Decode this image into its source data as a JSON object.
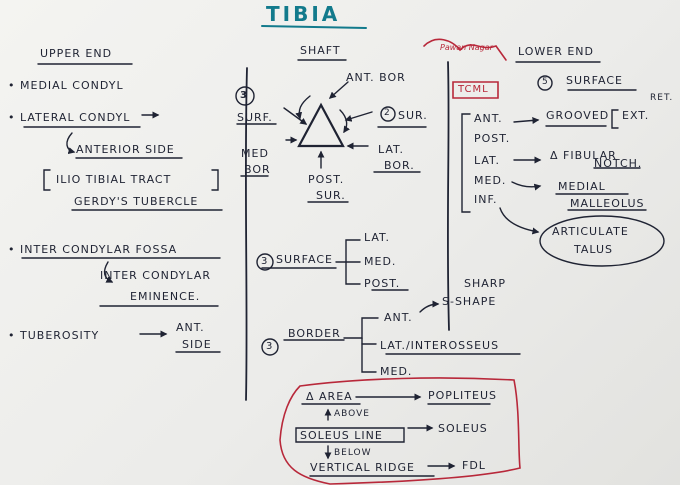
{
  "title": "TIBIA",
  "upper_end": {
    "heading": "UPPER END",
    "medial_condyl": "MEDIAL CONDYL",
    "lateral_condyl": "LATERAL CONDYL",
    "anterior_side": "ANTERIOR SIDE",
    "iliotibial_tract": "ILIO TIBIAL TRACT",
    "gerdys_tubercle": "GERDY'S TUBERCLE",
    "intercondylar_fossa": "INTER CONDYLAR FOSSA",
    "intercondylar_line1": "INTER CONDYLAR",
    "intercondylar_line2": "EMINENCE.",
    "tuberosity": "TUBEROSITY",
    "ant_line1": "ANT.",
    "ant_line2": "SIDE"
  },
  "shaft": {
    "heading": "SHAFT",
    "circle_num": "3",
    "surf": "SURF.",
    "ant_bor": "ANT. BOR",
    "num_2": "2",
    "sur": "SUR.",
    "med": "MED",
    "bor": "BOR",
    "lat": "LAT.",
    "lat_bor": "BOR.",
    "post": "POST.",
    "post_sur": "SUR.",
    "surface_num": "3",
    "surface": "SURFACE",
    "surface_lat": "LAT.",
    "surface_med": "MED.",
    "surface_post": "POST.",
    "border_num": "3",
    "border": "BORDER",
    "border_ant": "ANT.",
    "sharp": "SHARP",
    "s_shape": "S-SHAPE",
    "border_lat": "LAT./INTEROSSEUS",
    "border_med": "MED."
  },
  "posterior_box": {
    "area": "Δ AREA",
    "popliteus": "POPLITEUS",
    "above": "ABOVE",
    "soleus_line": "SOLEUS LINE",
    "soleus": "SOLEUS",
    "below": "BELOW",
    "vertical_ridge": "VERTICAL RIDGE",
    "fdl": "FDL"
  },
  "lower_end": {
    "heading": "LOWER END",
    "surface_num": "5",
    "surface": "SURFACE",
    "ant": "ANT.",
    "grooved": "GROOVED",
    "ext": "EXT.",
    "ret": "RET.",
    "post": "POST.",
    "lat": "LAT.",
    "fibular": "Δ FIBULAR",
    "notch": "NOTCH.",
    "med": "MED.",
    "medial": "MEDIAL",
    "malleolus": "MALLEOLUS",
    "inf": "INF.",
    "articulate": "ARTICULATE",
    "talus": "TALUS"
  },
  "stamp": {
    "signature": "Pawan Nagar",
    "label": "TCML"
  },
  "colors": {
    "ink": "#1f2333",
    "title": "#127a8c",
    "red_marker": "#b8283a"
  }
}
